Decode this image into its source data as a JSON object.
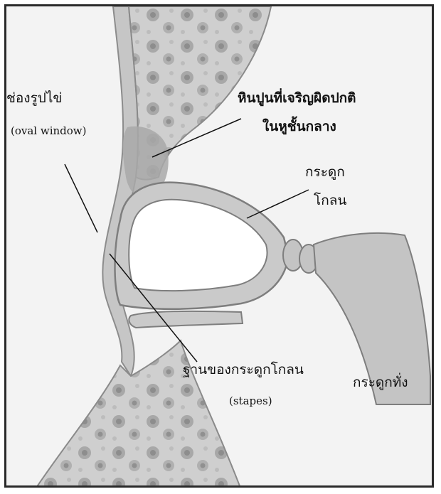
{
  "labels": {
    "oval_window_th": "ช่องรูปไข่",
    "oval_window_en": "(oval window)",
    "otosclerosis_line1": "หินปูนที่เจริญผิดปกติ",
    "otosclerosis_line2": "ในหูชั้นกลาง",
    "stapes_bone_line1": "กระดูก",
    "stapes_bone_line2": "โกลน",
    "stapes_base_th": "ฐานของกระดูกโกลน",
    "stapes_base_en": "(stapes)",
    "incus": "กระดูกทั่ง"
  },
  "colors": {
    "bone": "#c9c9c9",
    "bone_edge": "#8a8a8a",
    "tissue": "#d4d4d4",
    "calcification": "#a9a9a9",
    "background": "#f3f3f3",
    "text": "#111111"
  }
}
